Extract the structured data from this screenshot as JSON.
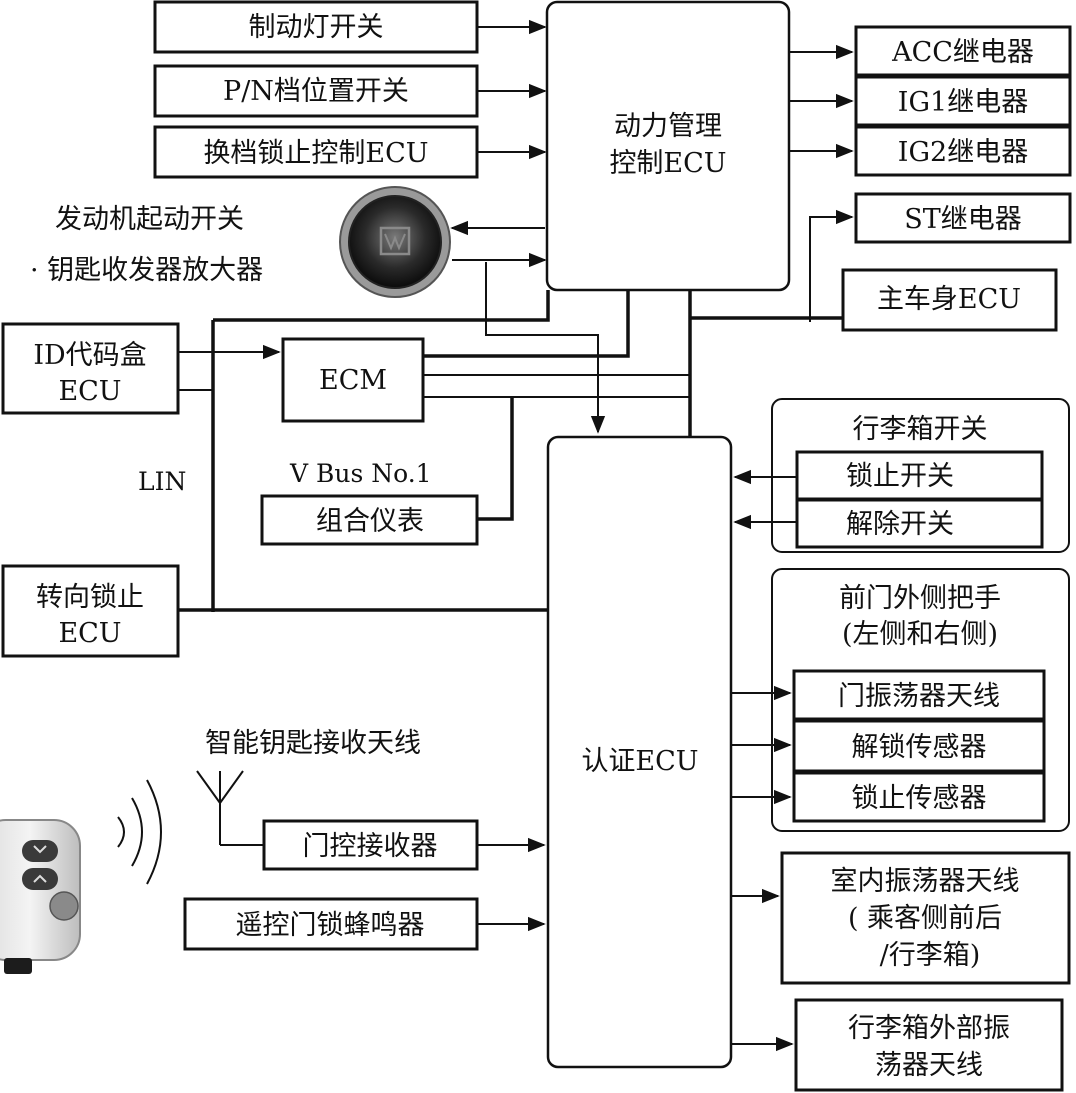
{
  "inputs": {
    "brake_switch": "制动灯开关",
    "pn_switch": "P/N档位置开关",
    "shift_lock_ecu": "换档锁止控制ECU"
  },
  "power_ecu": {
    "line1": "动力管理",
    "line2": "控制ECU"
  },
  "relays": {
    "acc": "ACC继电器",
    "ig1": "IG1继电器",
    "ig2": "IG2继电器",
    "st": "ST继电器"
  },
  "main_body_ecu": "主车身ECU",
  "start_switch": {
    "line1": "发动机起动开关",
    "line2": "· 钥匙收发器放大器"
  },
  "id_box": {
    "line1": "ID代码盒",
    "line2": "ECU"
  },
  "ecm": "ECM",
  "lin_label": "LIN",
  "vbus_label": "V Bus No.1",
  "combination_meter": "组合仪表",
  "steering_lock": {
    "line1": "转向锁止",
    "line2": "ECU"
  },
  "trunk_switch": {
    "title": "行李箱开关",
    "lock": "锁止开关",
    "unlock": "解除开关"
  },
  "front_door": {
    "title1": "前门外侧把手",
    "title2": "(左侧和右侧)",
    "oscillator": "门振荡器天线",
    "unlock_sensor": "解锁传感器",
    "lock_sensor": "锁止传感器"
  },
  "cabin_antenna": {
    "line1": "室内振荡器天线",
    "line2": "( 乘客侧前后",
    "line3": "/行李箱)"
  },
  "trunk_antenna": {
    "line1": "行李箱外部振",
    "line2": "荡器天线"
  },
  "auth_ecu": "认证ECU",
  "smart_key_antenna": "智能钥匙接收天线",
  "door_receiver": "门控接收器",
  "buzzer": "遥控门锁蜂鸣器"
}
